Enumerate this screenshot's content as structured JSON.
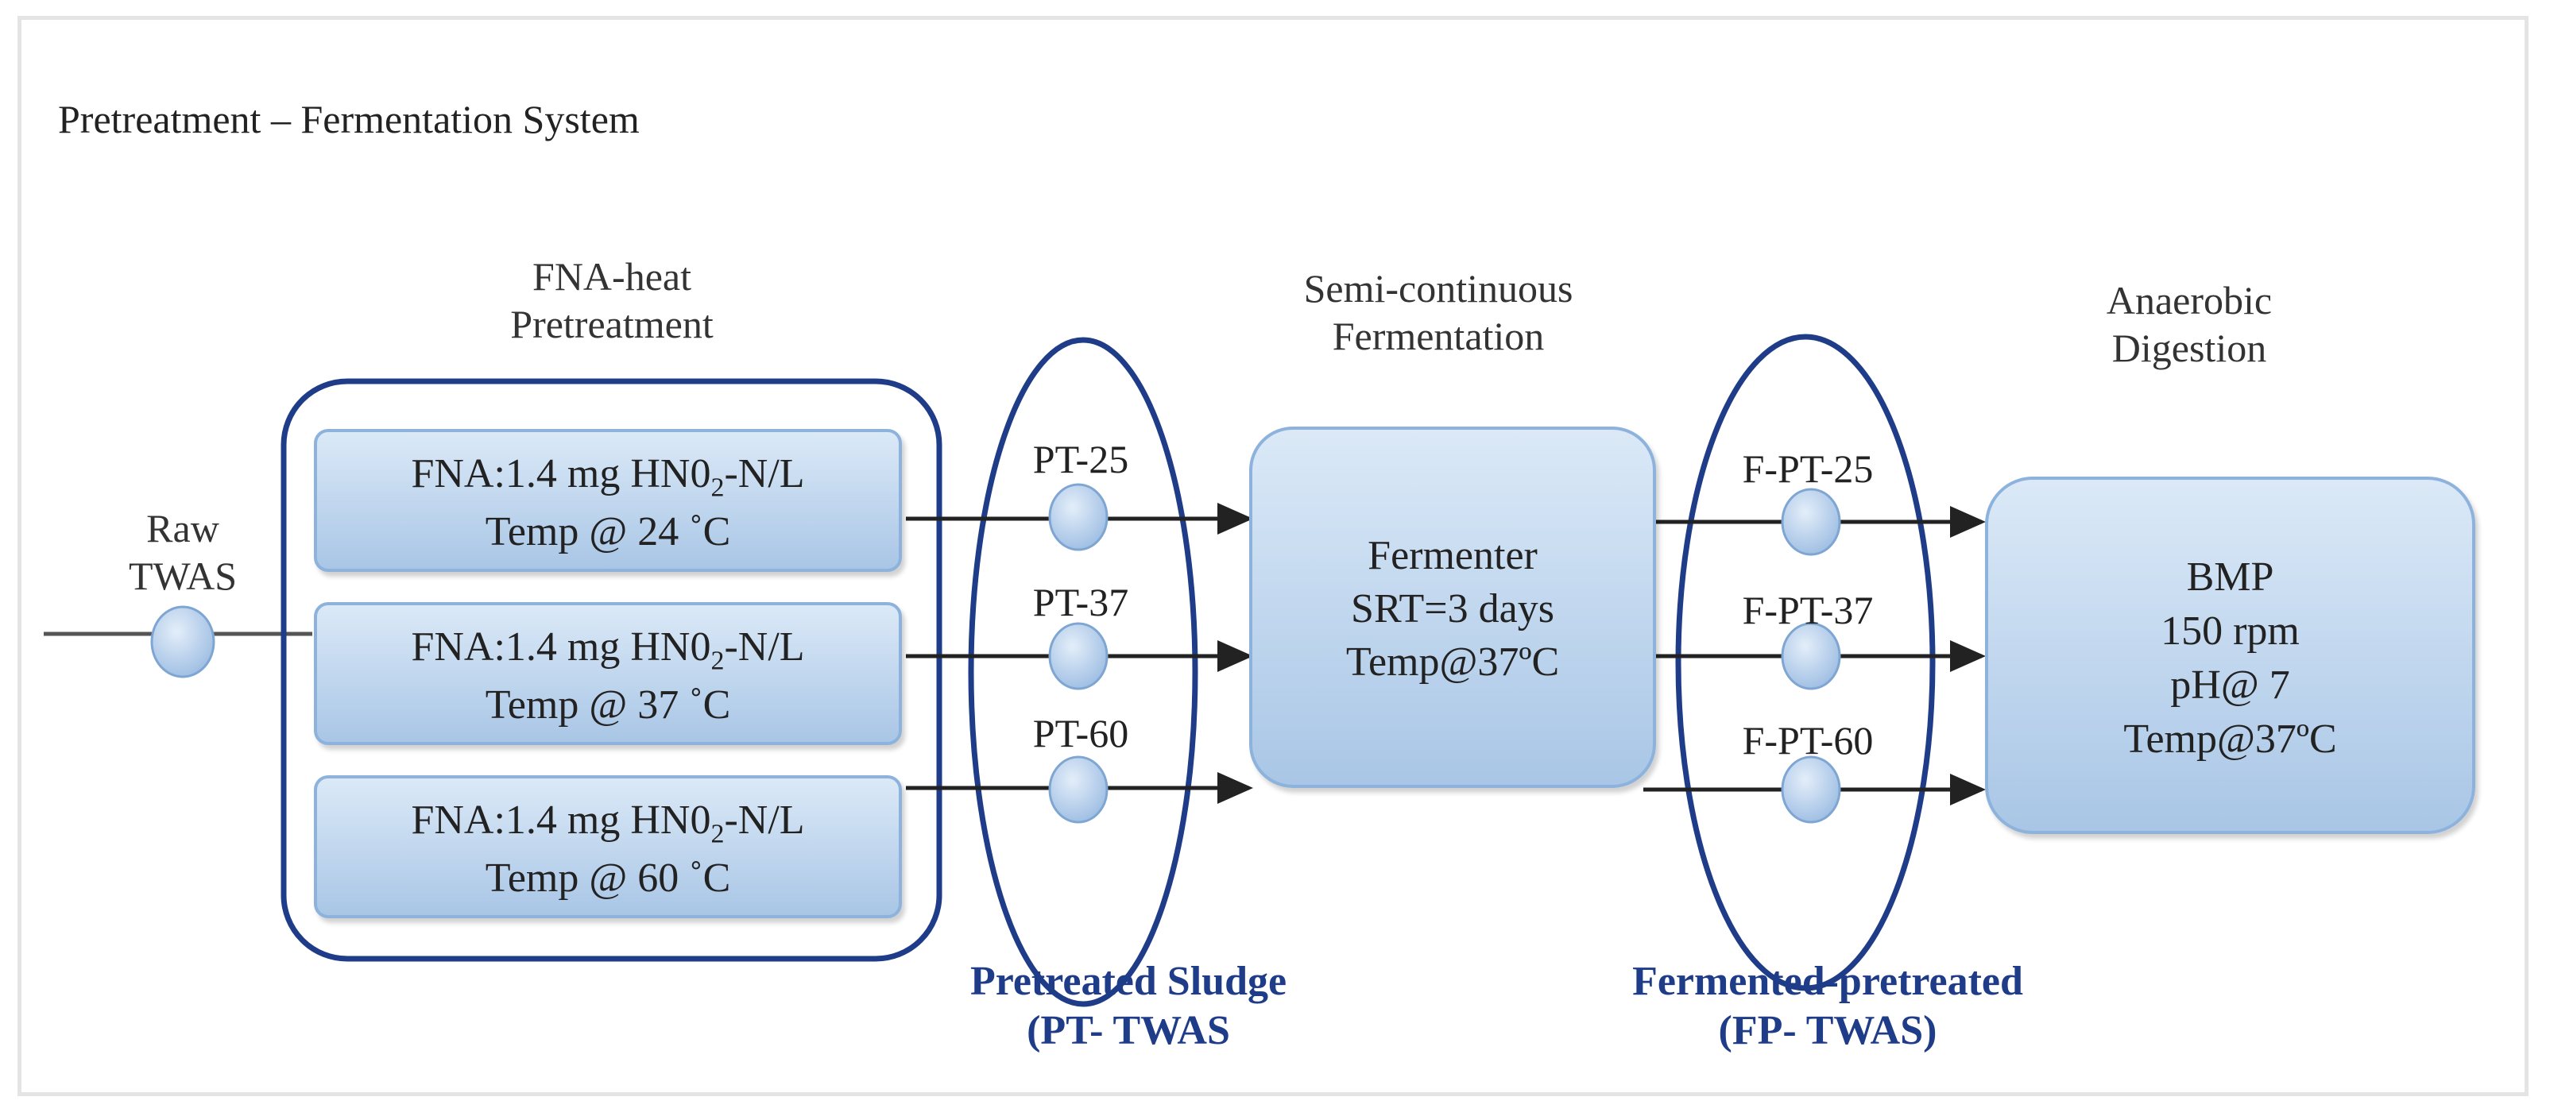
{
  "title": "Pretreatment – Fermentation System",
  "raw_input": {
    "line1": "Raw",
    "line2": "TWAS"
  },
  "pretreatment": {
    "title_line1": "FNA-heat",
    "title_line2": "Pretreatment",
    "boxes": [
      {
        "fna_prefix": "FNA:1.4 mg HN0",
        "fna_sub": "2",
        "fna_suffix": "-N/L",
        "temp": "Temp @ 24 ˚C"
      },
      {
        "fna_prefix": "FNA:1.4 mg HN0",
        "fna_sub": "2",
        "fna_suffix": "-N/L",
        "temp": "Temp @ 37 ˚C"
      },
      {
        "fna_prefix": "FNA:1.4 mg HN0",
        "fna_sub": "2",
        "fna_suffix": "-N/L",
        "temp": "Temp @ 60 ˚C"
      }
    ]
  },
  "pretreated_streams": [
    "PT-25",
    "PT-37",
    "PT-60"
  ],
  "pretreated_group": {
    "line1": "Pretreated Sludge",
    "line2": "(PT- TWAS"
  },
  "fermentation": {
    "title_line1": "Semi-continuous",
    "title_line2": "Fermentation",
    "box_lines": [
      "Fermenter",
      "SRT=3 days",
      "Temp@37ºC"
    ]
  },
  "fermented_streams": [
    "F-PT-25",
    "F-PT-37",
    "F-PT-60"
  ],
  "fermented_group": {
    "line1": "Fermented-pretreated",
    "line2": "(FP- TWAS)"
  },
  "digestion": {
    "title_line1": "Anaerobic",
    "title_line2": "Digestion",
    "box_lines": [
      "BMP",
      "150 rpm",
      "pH@ 7",
      "Temp@37ºC"
    ]
  },
  "colors": {
    "dark_blue": "#1f3c88",
    "box_border": "#8db3dd",
    "box_fill_top": "#dbe9f7",
    "box_fill_bottom": "#a9c6e6"
  }
}
